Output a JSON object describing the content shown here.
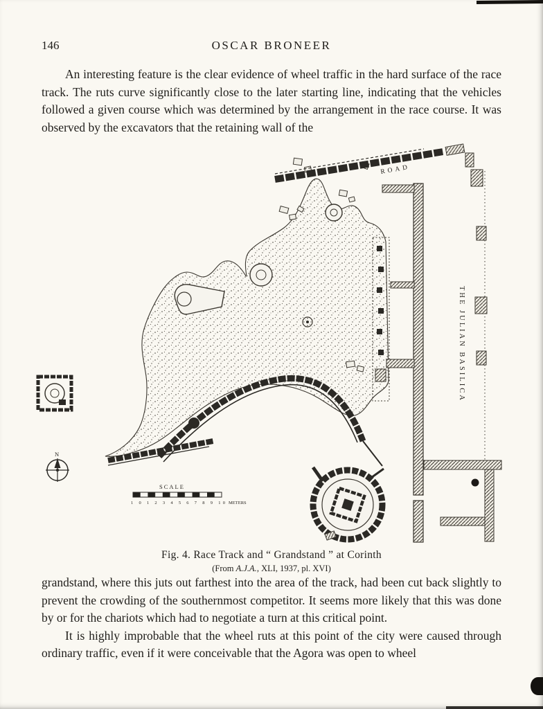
{
  "page": {
    "number": "146",
    "running_head": "OSCAR BRONEER"
  },
  "paragraphs": {
    "p1": "An interesting feature is the clear evidence of wheel traffic in the hard surface of the race track. The ruts curve significantly close to the later starting line, indicating that the vehicles followed a given course which was determined by the arrangement in the race course. It was observed by the excavators that the retaining wall of the",
    "p2": "grandstand, where this juts out farthest into the area of the track, had been cut back slightly to prevent the crowding of the southernmost competitor. It seems more likely that this was done by or for the chariots which had to negotiate a turn at this critical point.",
    "p3": "It is highly improbable that the wheel ruts at this point of the city were caused through ordinary traffic, even if it were conceivable that the Agora was open to wheel"
  },
  "figure": {
    "caption": "Fig. 4.  Race Track and “ Grandstand ” at Corinth",
    "source": {
      "prefix": "(From ",
      "journal": "A.J.A.",
      "suffix": ", XLI, 1937, pl. XVI)"
    },
    "plan_labels": {
      "road": "ROAD",
      "basilica": "THE JULIAN BASILICA",
      "scale_title": "SCALE",
      "scale_numbers": "1 0 1 2 3 4 5 6 7 8 9 10",
      "scale_unit": "METERS",
      "north": "N"
    }
  }
}
